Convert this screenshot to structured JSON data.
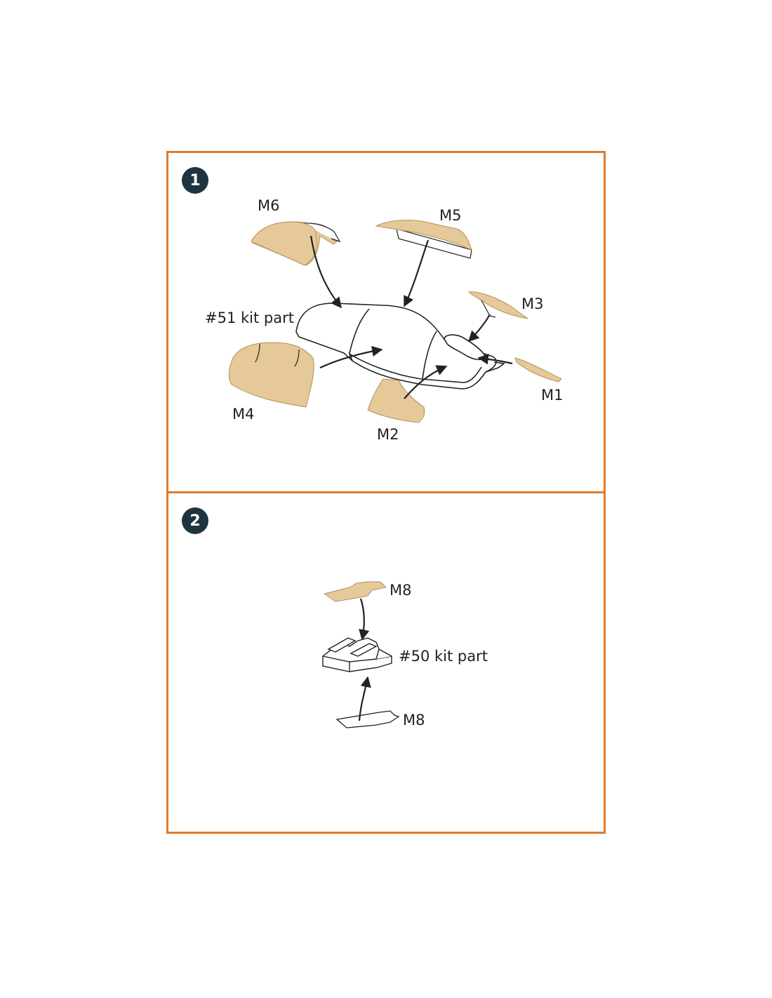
{
  "colors": {
    "border": "#e07b2a",
    "mask": "#e6c998",
    "badge": "#1f3440",
    "line": "#222222"
  },
  "steps": [
    {
      "number": "1",
      "labels": {
        "m6": "M6",
        "m5": "M5",
        "m3": "M3",
        "m1": "M1",
        "m4": "M4",
        "m2": "M2",
        "kit_part": "#51 kit part"
      }
    },
    {
      "number": "2",
      "labels": {
        "m8_top": "M8",
        "kit_part": "#50 kit part",
        "m8_bottom": "M8"
      }
    }
  ]
}
